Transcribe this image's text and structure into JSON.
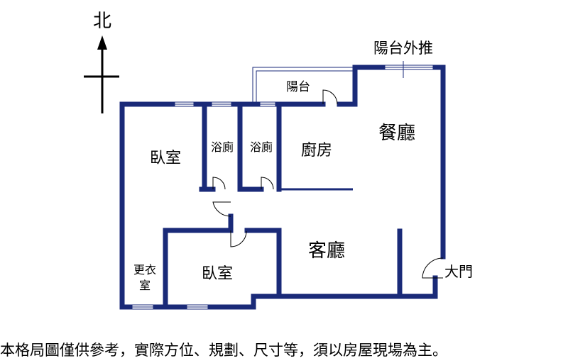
{
  "compass": {
    "north_label": "北"
  },
  "rooms": {
    "bedroom_1": "臥室",
    "bath_1": "浴廁",
    "bath_2": "浴廁",
    "balcony": "陽台",
    "kitchen": "廚房",
    "dining": "餐廳",
    "living": "客廳",
    "bedroom_2": "臥室",
    "closet_line1": "更衣",
    "closet_line2": "室"
  },
  "annotations": {
    "balcony_push_out": "陽台外推",
    "main_door": "大門"
  },
  "disclaimer": "本格局圖僅供參考，實際方位、規劃、尺寸等，須以房屋現場為主。",
  "colors": {
    "wall": "#1a2a78",
    "text": "#000000",
    "background": "#ffffff"
  }
}
